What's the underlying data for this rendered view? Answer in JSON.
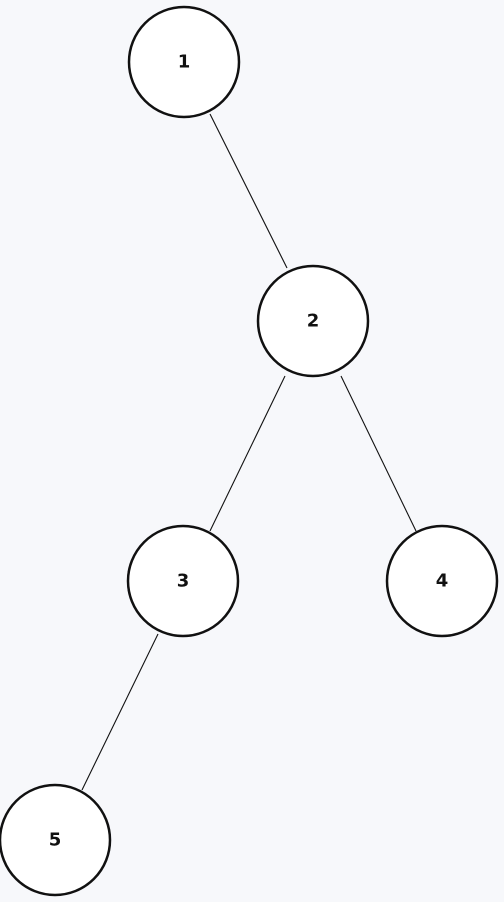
{
  "tree": {
    "nodes": [
      {
        "id": "n1",
        "label": "1"
      },
      {
        "id": "n2",
        "label": "2"
      },
      {
        "id": "n3",
        "label": "3"
      },
      {
        "id": "n4",
        "label": "4"
      },
      {
        "id": "n5",
        "label": "5"
      }
    ],
    "edges": [
      {
        "from": "n1",
        "to": "n2"
      },
      {
        "from": "n2",
        "to": "n3"
      },
      {
        "from": "n2",
        "to": "n4"
      },
      {
        "from": "n3",
        "to": "n5"
      }
    ]
  },
  "colors": {
    "background": "#f7f8fb",
    "node_fill": "#ffffff",
    "stroke": "#111111"
  }
}
